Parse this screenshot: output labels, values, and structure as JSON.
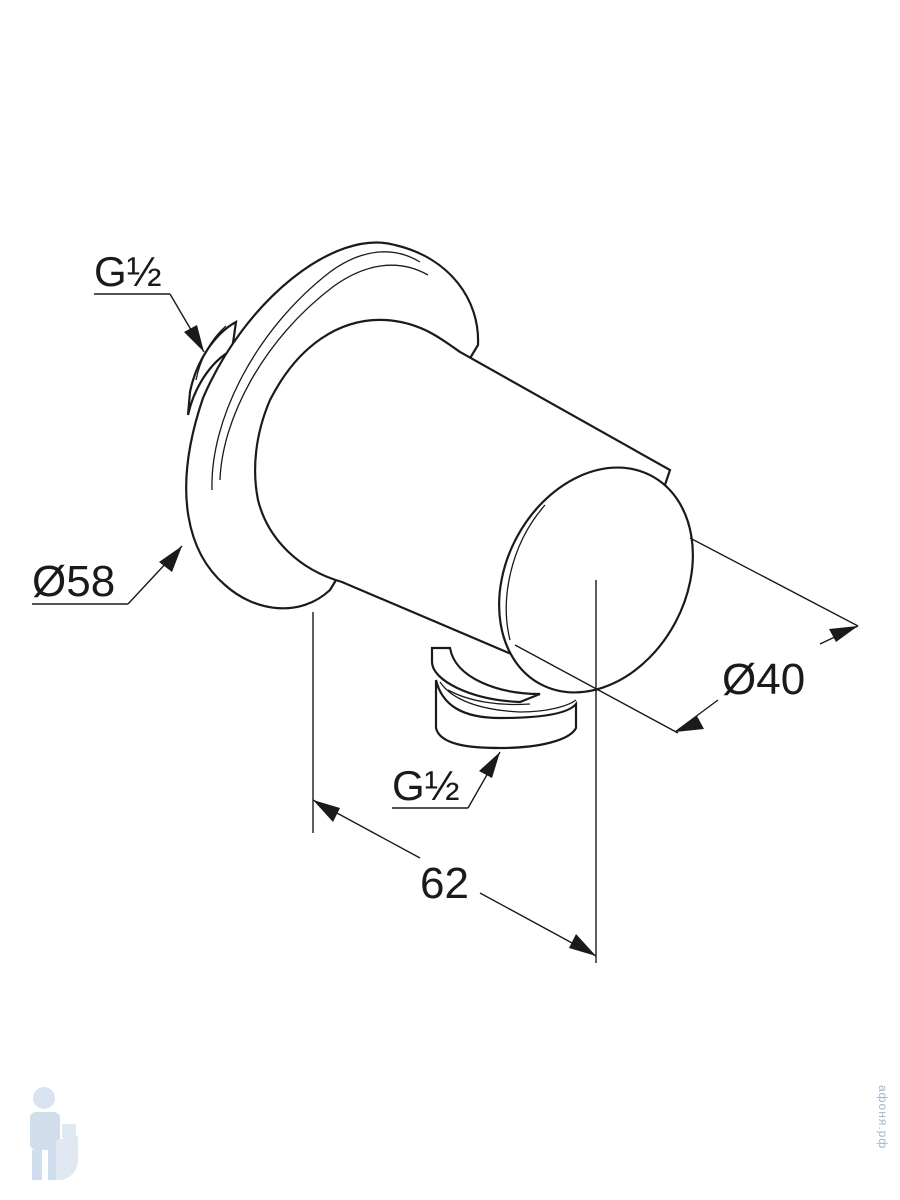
{
  "drawing": {
    "labels": {
      "inlet_thread": "G½",
      "flange_diameter": "Ø58",
      "body_diameter": "Ø40",
      "outlet_thread": "G½",
      "depth": "62"
    },
    "line_color": "#1a1a1a",
    "background": "#ffffff"
  },
  "watermark": {
    "text": "афоня.рф",
    "color": "#9bb5cf",
    "logo": "plumber-mascot-icon"
  }
}
